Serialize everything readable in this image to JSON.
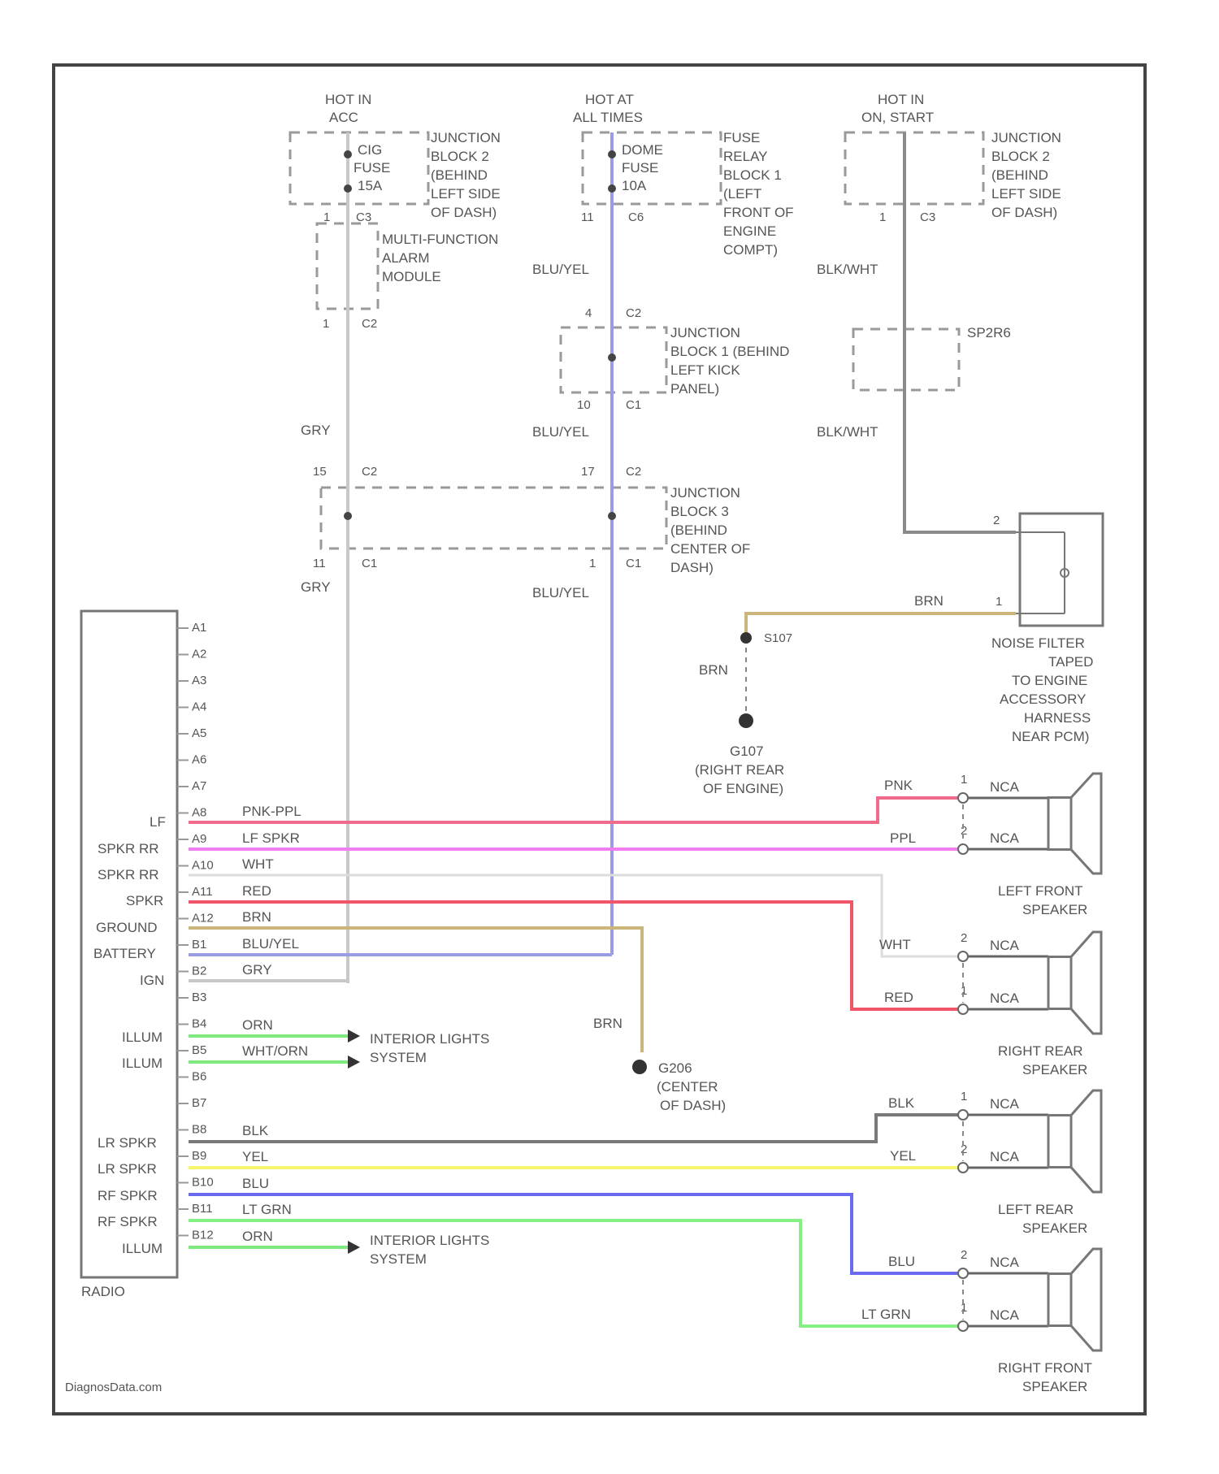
{
  "power": {
    "acc": {
      "hot": "HOT IN ACC",
      "fuse": [
        "CIG",
        "FUSE",
        "15A"
      ],
      "block": [
        "JUNCTION",
        "BLOCK 2",
        "(BEHIND",
        "LEFT SIDE",
        "OF DASH)"
      ]
    },
    "all_times": {
      "hot": "HOT AT ALL TIMES",
      "fuse": [
        "DOME",
        "FUSE",
        "10A"
      ],
      "block": [
        "FUSE",
        "RELAY",
        "BLOCK 1",
        "(LEFT",
        "FRONT OF",
        "ENGINE",
        "COMPT)"
      ]
    },
    "on_start": {
      "hot": "HOT IN ON, START",
      "block": [
        "JUNCTION",
        "BLOCK 2",
        "(BEHIND",
        "LEFT SIDE",
        "OF DASH)"
      ]
    }
  },
  "modules": {
    "alarm": [
      "MULTI-FUNCTION",
      "ALARM",
      "MODULE"
    ],
    "jb1": [
      "JUNCTION",
      "BLOCK 1 (BEHIND",
      "LEFT KICK",
      "PANEL)"
    ],
    "jb3": [
      "JUNCTION",
      "BLOCK 3",
      "(BEHIND",
      "CENTER OF",
      "DASH)"
    ],
    "spsw": "SP2R6",
    "noise_filter": [
      "NOISE FILTER",
      "TAPED",
      "TO ENGINE",
      "ACCESSORY",
      "HARNESS",
      "NEAR PCM)"
    ]
  },
  "pins": {
    "acc_fuse": [
      "1",
      "C3"
    ],
    "dome_fuse": [
      "11",
      "C6"
    ],
    "on_fuse": [
      "1",
      "C3"
    ],
    "alarm_bot": [
      "1",
      "C2"
    ],
    "jb1_top": [
      "4",
      "C2"
    ],
    "jb1_bot": [
      "10",
      "C1"
    ],
    "jb3_top_l": [
      "15",
      "C2"
    ],
    "jb3_top_r": [
      "17",
      "C2"
    ],
    "jb3_bot_l": [
      "11",
      "C1"
    ],
    "jb3_bot_r": [
      "1",
      "C1"
    ],
    "nf_top": "2",
    "nf_bot": "1"
  },
  "wires": {
    "acc1": "GRY",
    "acc2": "GRY",
    "acc3": "GRY",
    "dome1": "BLU/YEL",
    "dome2": "BLU/YEL",
    "dome3": "BLU/YEL",
    "on1": "BLK/WHT",
    "on2": "BLK/WHT",
    "nf": "BRN",
    "g107w": "BRN",
    "g206w": "BRN"
  },
  "grounds": {
    "g107": "G107",
    "g107_loc": [
      "(RIGHT REAR",
      "OF ENGINE)"
    ],
    "g206": "G206",
    "g206_loc": [
      "(CENTER",
      "OF DASH)"
    ]
  },
  "radio": {
    "label": "RADIO",
    "pins": [
      "A1",
      "A2",
      "A3",
      "A4",
      "A5",
      "A6",
      "A7",
      "A8",
      "A9",
      "A10",
      "A11",
      "A12",
      "B1",
      "B2",
      "B3",
      "B4",
      "B5",
      "B6",
      "B7",
      "B8",
      "B9",
      "B10",
      "B11",
      "B12"
    ],
    "left_labels": {
      "lf": "LF",
      "spkr_rr": "SPKR RR",
      "spkr_rr2": "SPKR RR",
      "spkr": "SPKR",
      "ground": "GROUND",
      "battery": "BATTERY",
      "ign": "IGN",
      "illum1": "ILLUM",
      "illum2": "ILLUM",
      "lr1": "LR SPKR",
      "lr2": "LR SPKR",
      "rf1": "RF SPKR",
      "rf2": "RF SPKR",
      "illum3": "ILLUM"
    },
    "wire_labels": {
      "a8": "PNK-PPL",
      "a9": "LF SPKR",
      "a10": "WHT",
      "a11": "RED",
      "a12": "BRN",
      "b1": "BLU/YEL",
      "b2": "GRY",
      "b4": "ORN",
      "b5": "WHT/ORN",
      "b8": "BLK",
      "b9": "YEL",
      "b10": "BLU",
      "b11": "LT GRN",
      "b12": "ORN"
    },
    "dest": "INTERIOR LIGHTS",
    "dest2": "SYSTEM"
  },
  "speakers": {
    "lf": {
      "name": [
        "LEFT FRONT",
        "SPEAKER"
      ],
      "w1": "PNK",
      "w2": "PPL",
      "p1": "1",
      "p2": "2"
    },
    "rr": {
      "name": [
        "RIGHT REAR",
        "SPEAKER"
      ],
      "w1": "WHT",
      "w2": "RED",
      "p1": "2",
      "p2": "1"
    },
    "lr": {
      "name": [
        "LEFT REAR",
        "SPEAKER"
      ],
      "w1": "BLK",
      "w2": "YEL",
      "p1": "1",
      "p2": "2"
    },
    "rf": {
      "name": [
        "RIGHT FRONT",
        "SPEAKER"
      ],
      "w1": "BLU",
      "w2": "LT GRN",
      "p1": "2",
      "p2": "1"
    },
    "conn": "NCA"
  },
  "footer": "DiagnosData.com",
  "colors": {
    "gry": "#c8c8c8",
    "blu_yel": "#9b9be6",
    "blk_wht": "#8a8a8a",
    "brn": "#cbb57a",
    "pnk": "#f06a8c",
    "ppl": "#f07ef0",
    "wht": "#dcdcdc",
    "red": "#f0556a",
    "orn": "#7fe87f",
    "blk": "#7a7a7a",
    "yel": "#f5f56e",
    "blu": "#6a6af0",
    "ltgrn": "#84f084"
  }
}
